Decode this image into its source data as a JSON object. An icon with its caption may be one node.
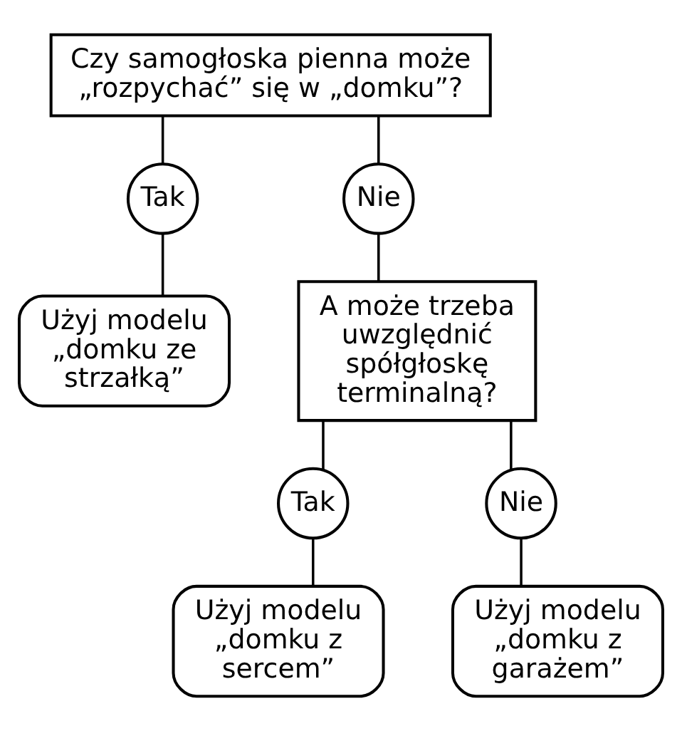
{
  "diagram": {
    "nodes": [
      {
        "text": [
          "Czy samogłoska pienna może „rozpychać” się w „domku”?"
        ]
      },
      {
        "text": [
          "Tak"
        ]
      },
      {
        "text": [
          "Nie"
        ]
      },
      {
        "text": [
          "Użyj modelu „domku ze strzałką”"
        ]
      },
      {
        "text": [
          "A może trzeba uwzględnić spółgłoskę terminalną?"
        ]
      },
      {
        "text": [
          "Tak"
        ]
      },
      {
        "text": [
          "Nie"
        ]
      },
      {
        "text": [
          "Użyj modelu „domku z sercem”"
        ]
      },
      {
        "text": [
          "Użyj modelu „domku z garażem”"
        ]
      }
    ],
    "edges": [
      {
        "from": 0,
        "to": 1,
        "arrow": "none"
      },
      {
        "from": 0,
        "to": 2,
        "arrow": "none"
      },
      {
        "from": 1,
        "to": 3,
        "arrow": "none"
      },
      {
        "from": 2,
        "to": 4,
        "arrow": "none"
      },
      {
        "from": 4,
        "to": 5,
        "arrow": "none"
      },
      {
        "from": 4,
        "to": 6,
        "arrow": "none"
      },
      {
        "from": 5,
        "to": 7,
        "arrow": "none"
      },
      {
        "from": 6,
        "to": 8,
        "arrow": "none"
      }
    ]
  }
}
